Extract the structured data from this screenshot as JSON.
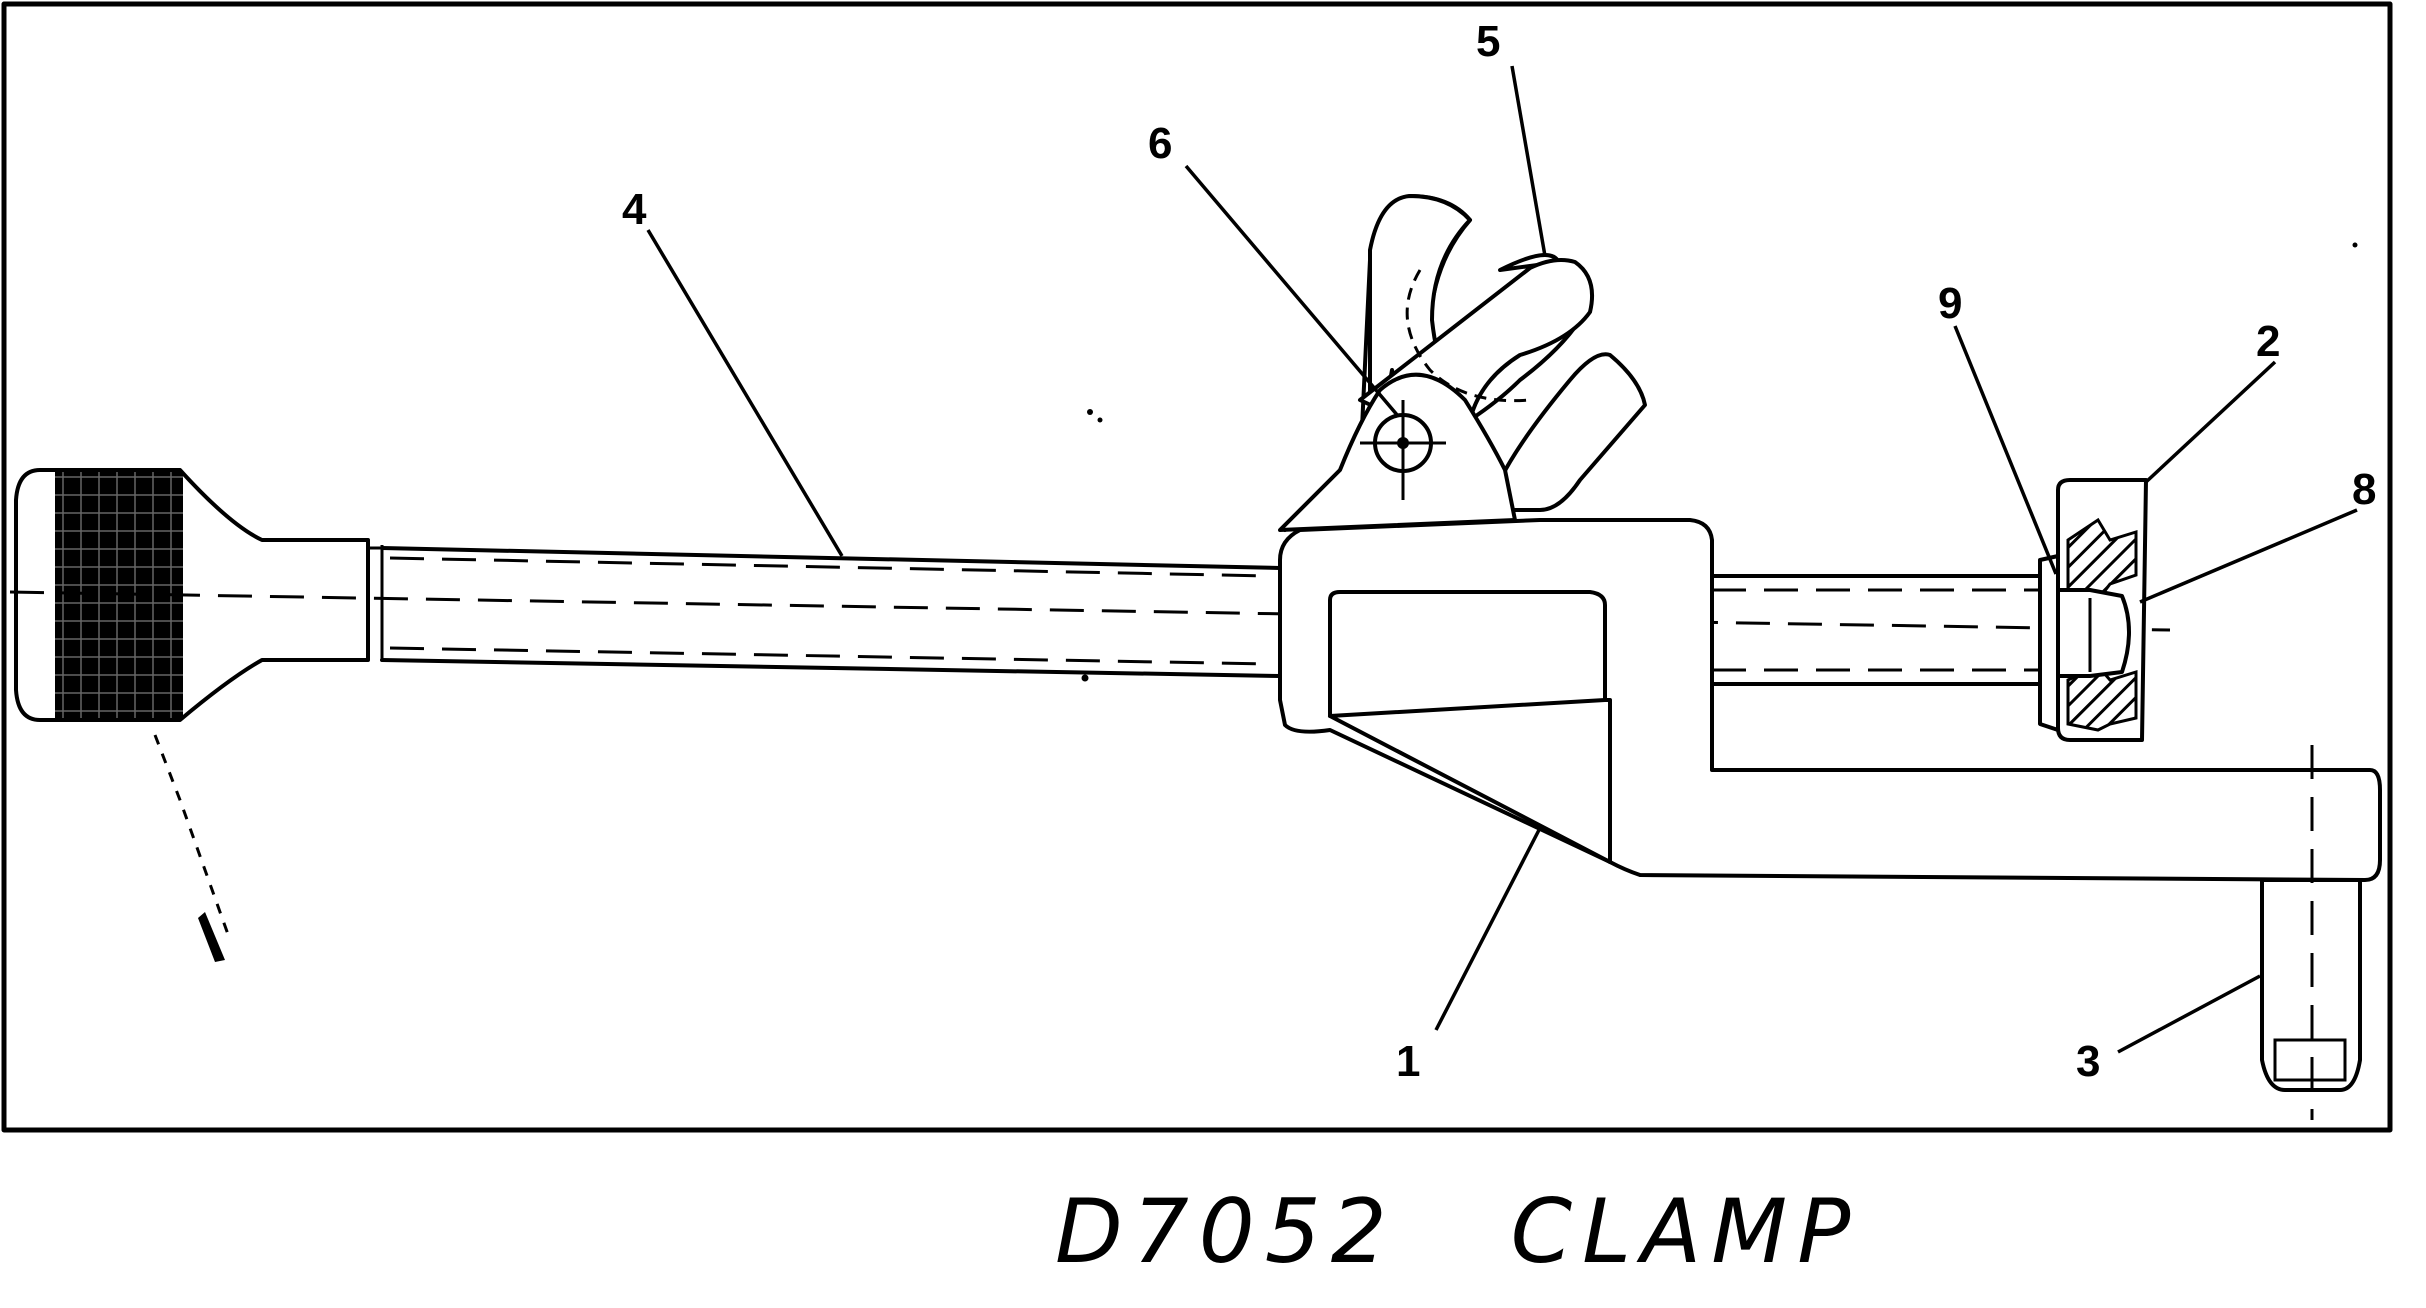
{
  "diagram": {
    "caption": "D7052   CLAMP",
    "callouts": [
      {
        "id": "1",
        "label": "1"
      },
      {
        "id": "2",
        "label": "2"
      },
      {
        "id": "3",
        "label": "3"
      },
      {
        "id": "4",
        "label": "4"
      },
      {
        "id": "5",
        "label": "5"
      },
      {
        "id": "6",
        "label": "6"
      },
      {
        "id": "8",
        "label": "8"
      },
      {
        "id": "9",
        "label": "9"
      }
    ]
  }
}
